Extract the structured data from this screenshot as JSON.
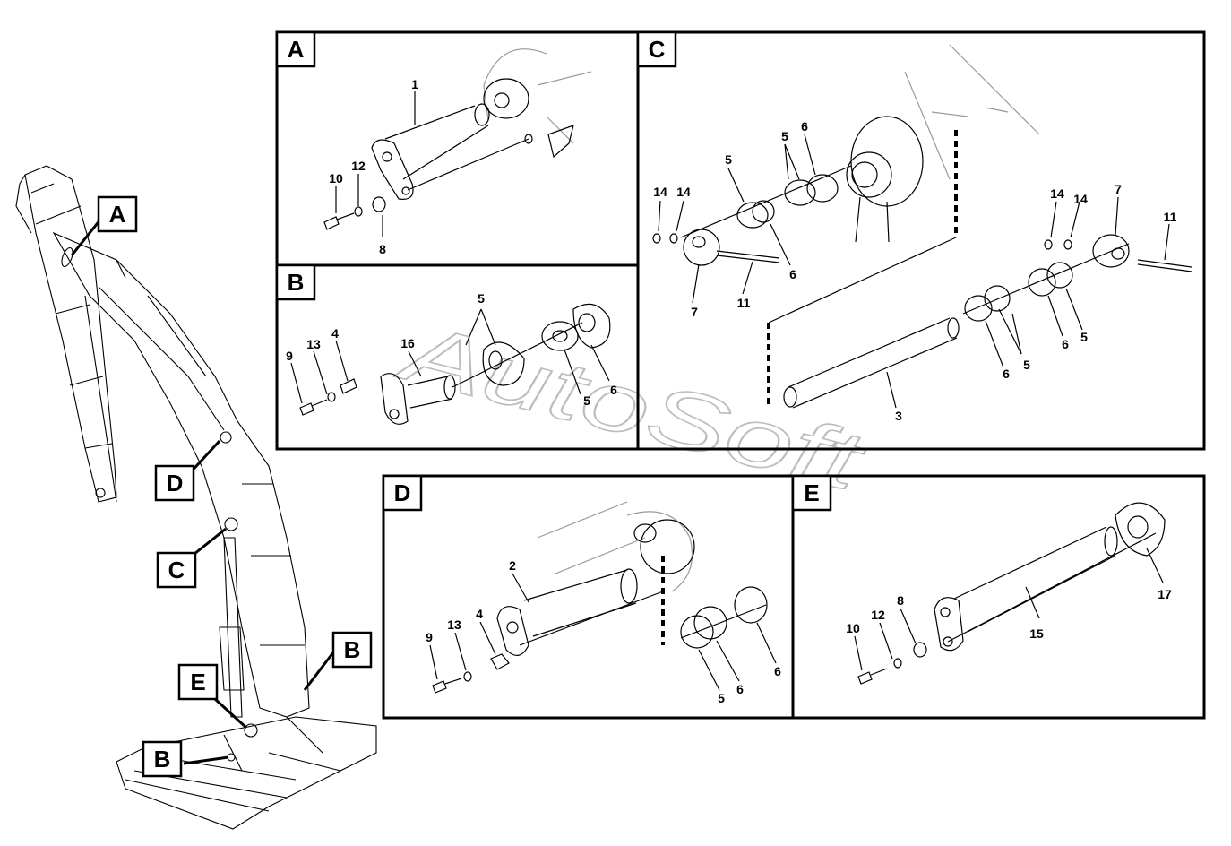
{
  "watermark": "AutoSoft",
  "panels": {
    "A": {
      "letter": "A",
      "callouts": [
        "1",
        "10",
        "12",
        "8"
      ]
    },
    "B": {
      "letter": "B",
      "callouts": [
        "9",
        "13",
        "4",
        "16",
        "5",
        "5",
        "6"
      ]
    },
    "C": {
      "letter": "C",
      "callouts": [
        "14",
        "14",
        "5",
        "5",
        "6",
        "6",
        "7",
        "11",
        "14",
        "14",
        "7",
        "11",
        "3",
        "6",
        "5",
        "6",
        "5"
      ]
    },
    "D": {
      "letter": "D",
      "callouts": [
        "2",
        "9",
        "13",
        "4",
        "5",
        "6",
        "6"
      ]
    },
    "E": {
      "letter": "E",
      "callouts": [
        "10",
        "12",
        "8",
        "15",
        "17"
      ]
    }
  },
  "overview": {
    "labels": [
      "A",
      "D",
      "C",
      "B",
      "E",
      "B"
    ]
  }
}
